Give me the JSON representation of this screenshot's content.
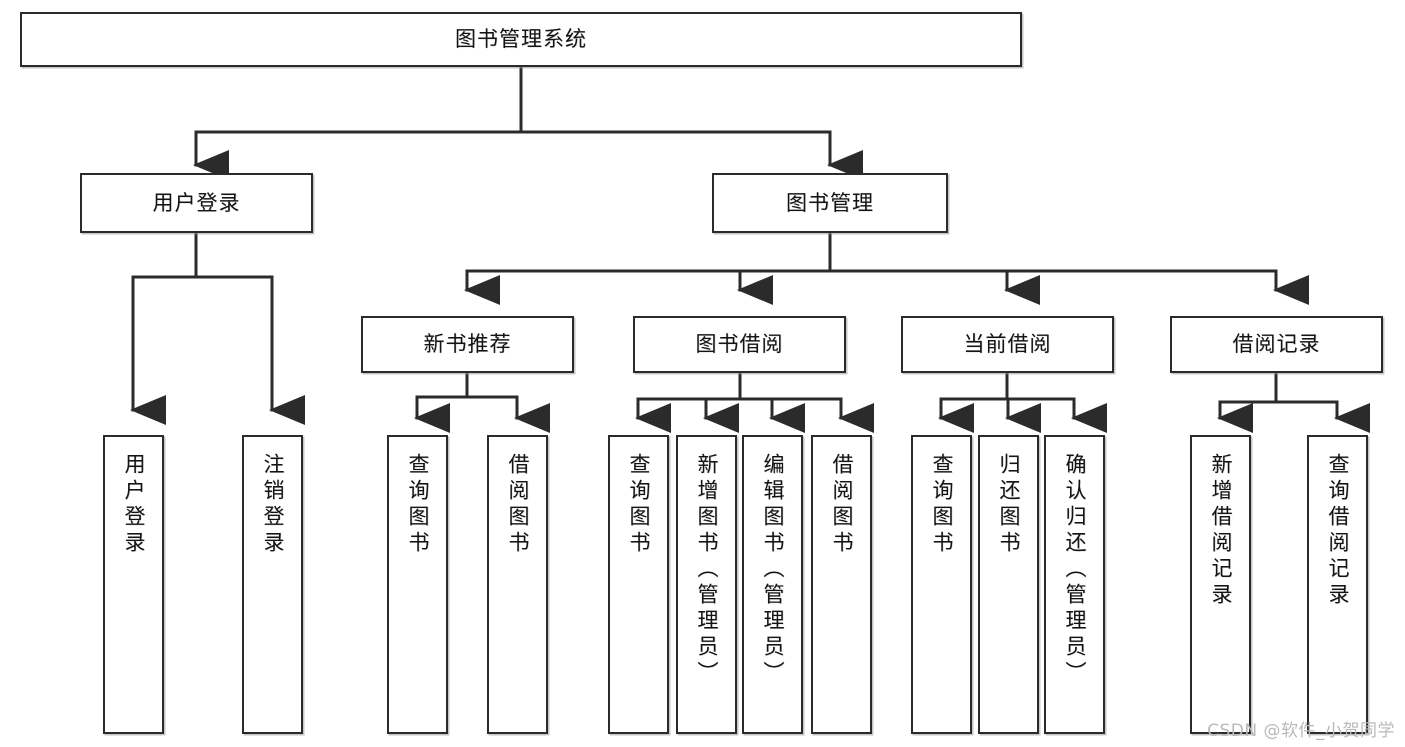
{
  "diagram": {
    "title": "图书管理系统",
    "type": "tree-hierarchy",
    "watermark": "CSDN @软件_小贺同学",
    "colors": {
      "background": "#ffffff",
      "box_border": "#2b2b2b",
      "box_fill": "#ffffff",
      "connector": "#2b2b2b",
      "text": "#141414",
      "watermark": "#b9b9b9"
    },
    "root": {
      "label": "图书管理系统"
    },
    "level2": [
      {
        "id": "user-login",
        "label": "用户登录"
      },
      {
        "id": "book-manage",
        "label": "图书管理"
      }
    ],
    "level3": [
      {
        "id": "new-book-recommend",
        "label": "新书推荐",
        "parent": "book-manage"
      },
      {
        "id": "book-borrow",
        "label": "图书借阅",
        "parent": "book-manage"
      },
      {
        "id": "current-borrow",
        "label": "当前借阅",
        "parent": "book-manage"
      },
      {
        "id": "borrow-record",
        "label": "借阅记录",
        "parent": "book-manage"
      }
    ],
    "leaves": [
      {
        "id": "leaf-user-login",
        "label": "用户登录",
        "parent": "user-login"
      },
      {
        "id": "leaf-logout",
        "label": "注销登录",
        "parent": "user-login"
      },
      {
        "id": "leaf-query-book-1",
        "label": "查询图书",
        "parent": "new-book-recommend"
      },
      {
        "id": "leaf-borrow-book-1",
        "label": "借阅图书",
        "parent": "new-book-recommend"
      },
      {
        "id": "leaf-query-book-2",
        "label": "查询图书",
        "parent": "book-borrow"
      },
      {
        "id": "leaf-add-book",
        "label": "新增图书（管理员）",
        "parent": "book-borrow"
      },
      {
        "id": "leaf-edit-book",
        "label": "编辑图书（管理员）",
        "parent": "book-borrow"
      },
      {
        "id": "leaf-borrow-book-2",
        "label": "借阅图书",
        "parent": "book-borrow"
      },
      {
        "id": "leaf-query-book-3",
        "label": "查询图书",
        "parent": "current-borrow"
      },
      {
        "id": "leaf-return-book",
        "label": "归还图书",
        "parent": "current-borrow"
      },
      {
        "id": "leaf-confirm-return",
        "label": "确认归还（管理员）",
        "parent": "current-borrow"
      },
      {
        "id": "leaf-add-record",
        "label": "新增借阅记录",
        "parent": "borrow-record"
      },
      {
        "id": "leaf-query-record",
        "label": "查询借阅记录",
        "parent": "borrow-record"
      }
    ]
  }
}
